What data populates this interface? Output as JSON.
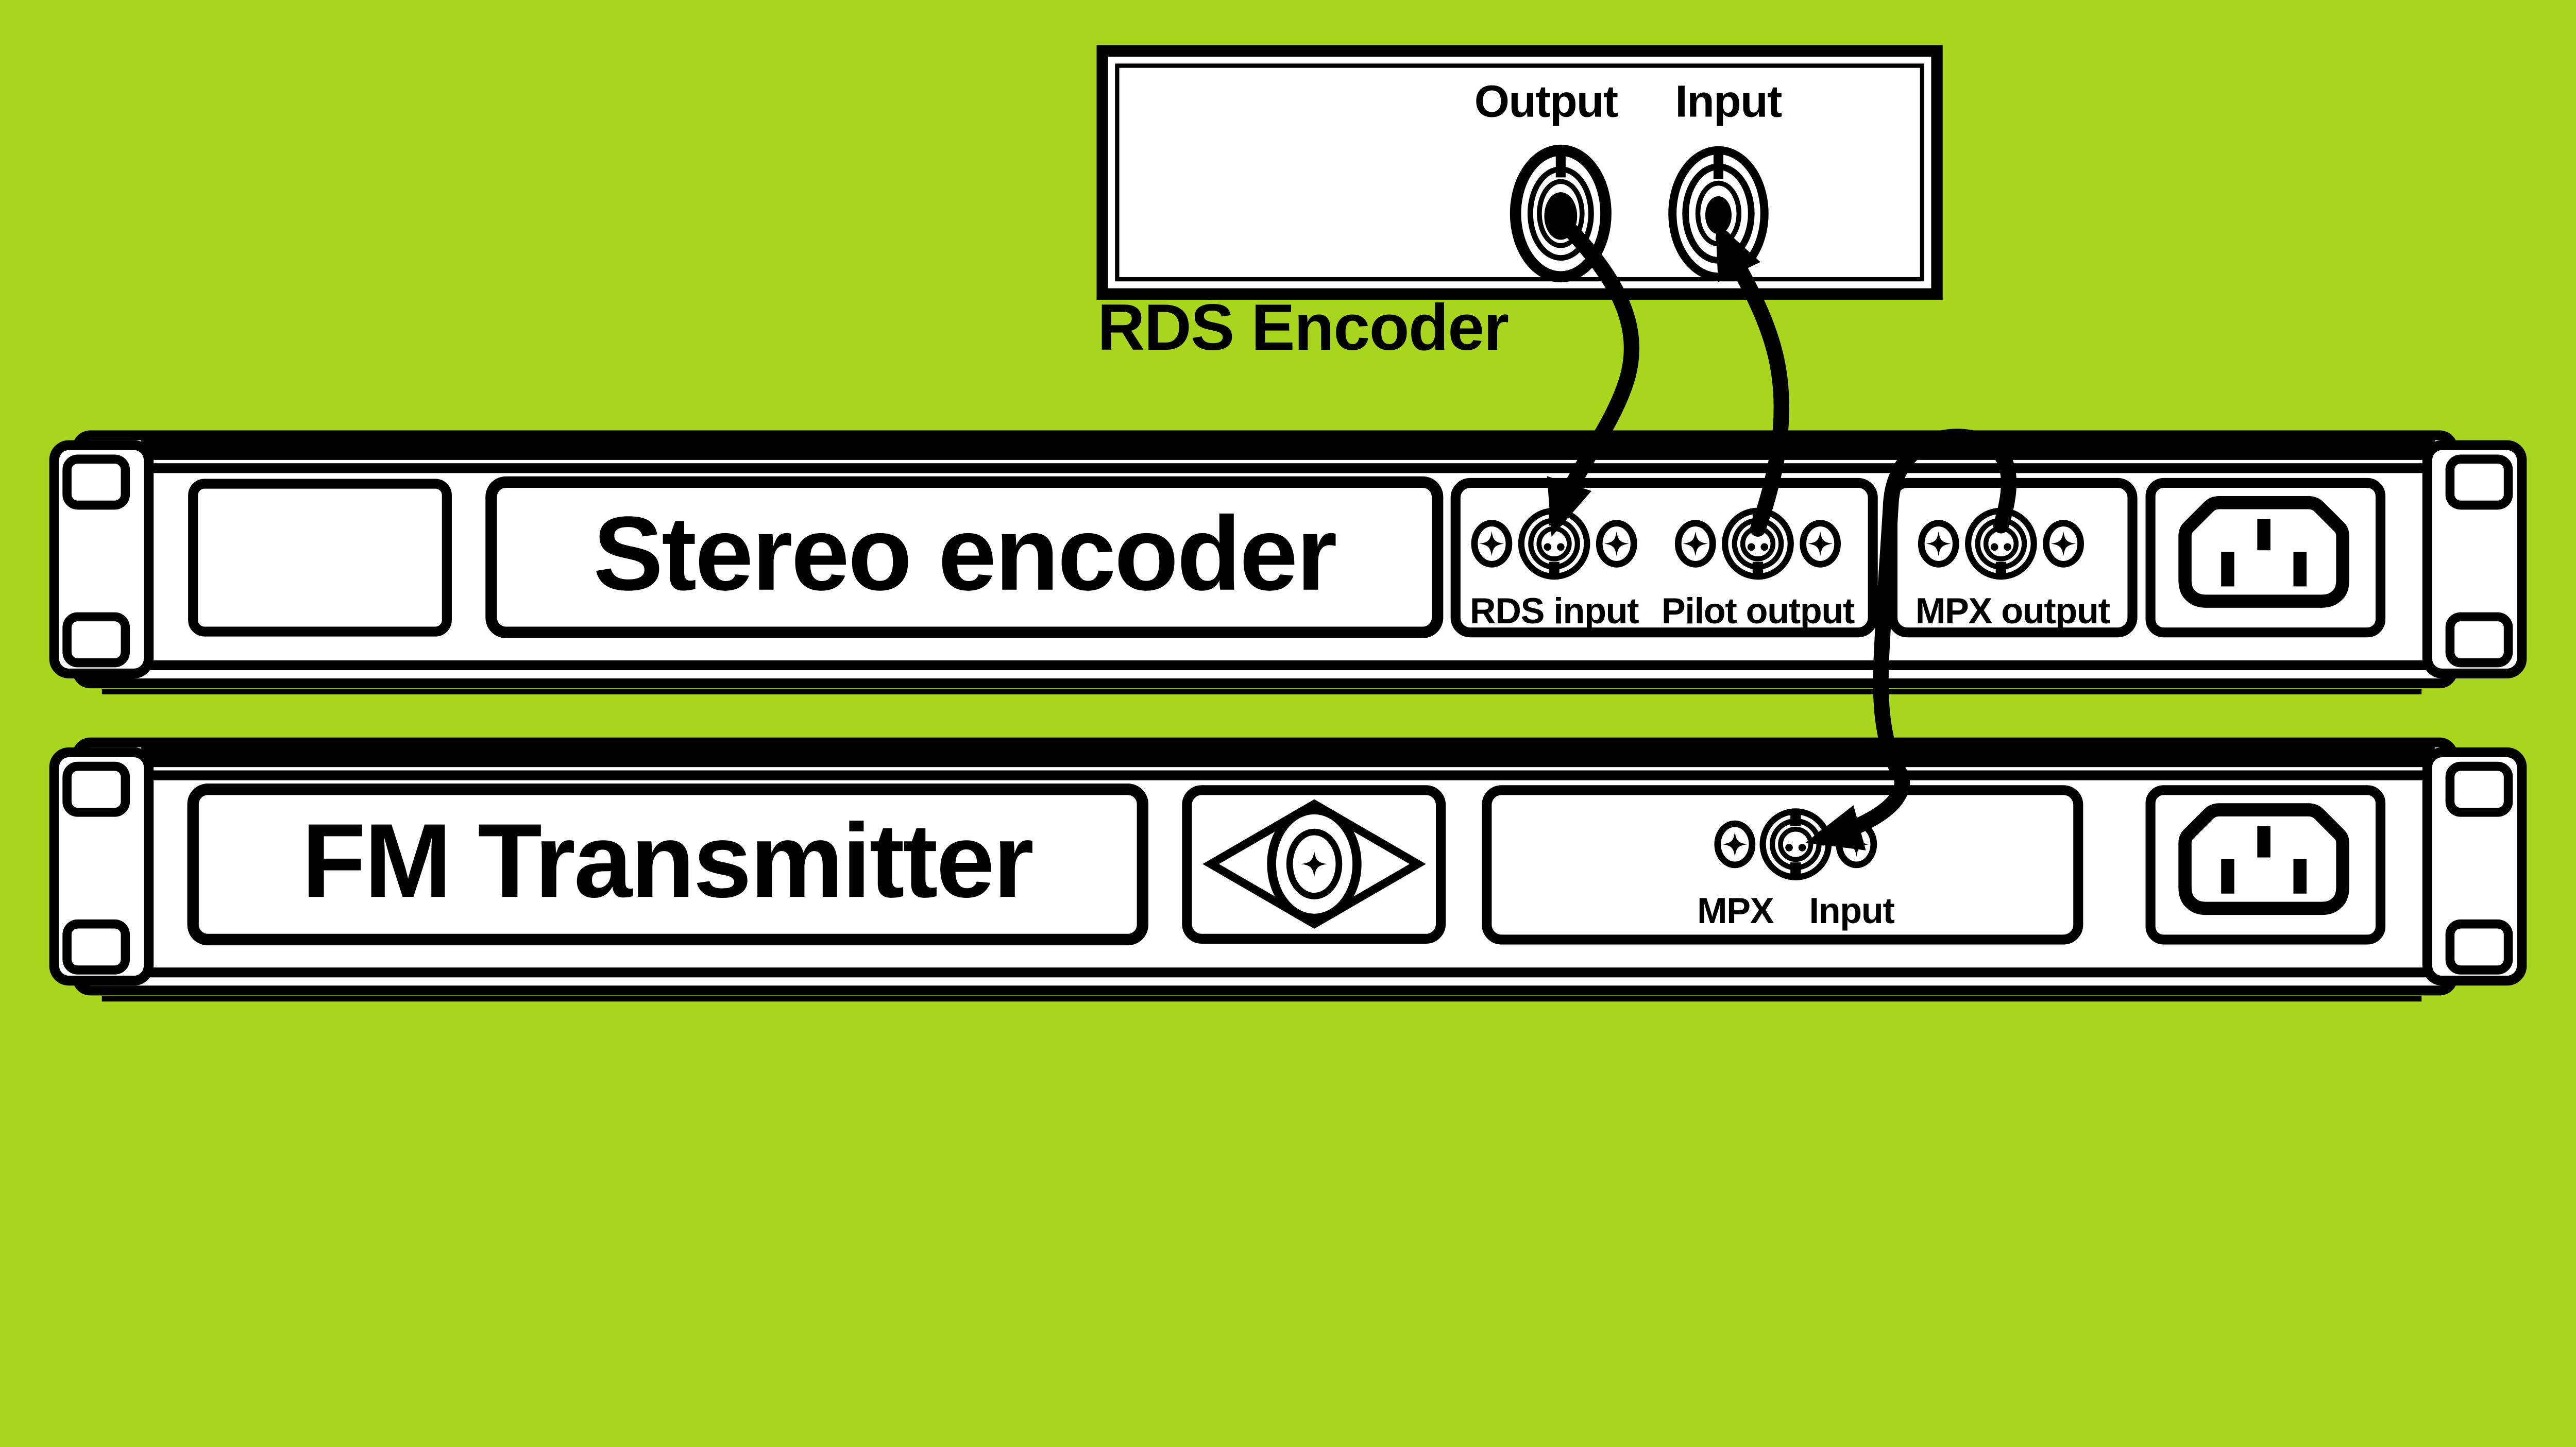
{
  "colors": {
    "background": "#a8d61e",
    "ink": "#000000",
    "panel": "#ffffff"
  },
  "rds_encoder": {
    "title": "RDS Encoder",
    "ports": [
      {
        "id": "output",
        "label": "Output",
        "icon": "rca-jack-icon"
      },
      {
        "id": "input",
        "label": "Input",
        "icon": "rca-jack-icon"
      }
    ]
  },
  "stereo_encoder": {
    "title": "Stereo encoder",
    "ports": [
      {
        "id": "rds-input",
        "label": "RDS input",
        "icon": "bnc-connector-icon"
      },
      {
        "id": "pilot-output",
        "label": "Pilot output",
        "icon": "bnc-connector-icon"
      },
      {
        "id": "mpx-output",
        "label": "MPX output",
        "icon": "bnc-connector-icon"
      }
    ],
    "power_inlet_icon": "iec-c14-power-inlet-icon"
  },
  "fm_transmitter": {
    "title": "FM Transmitter",
    "logo_icon": "diamond-logo-icon",
    "ports": [
      {
        "id": "mpx-input",
        "label": "MPX Input",
        "icon": "bnc-connector-icon"
      }
    ],
    "power_inlet_icon": "iec-c14-power-inlet-icon"
  },
  "cables": [
    {
      "from": "RDS Encoder Output",
      "to": "Stereo encoder RDS input"
    },
    {
      "from": "Stereo encoder Pilot output",
      "to": "RDS Encoder Input"
    },
    {
      "from": "Stereo encoder MPX output",
      "to": "FM Transmitter MPX Input"
    }
  ]
}
